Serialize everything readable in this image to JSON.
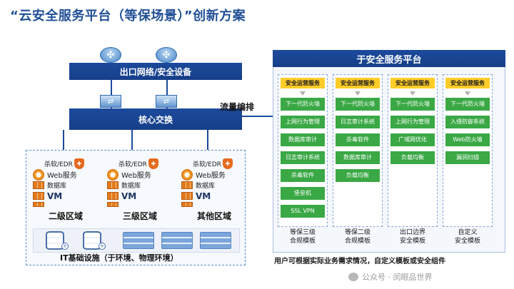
{
  "title": "“云安全服务平台（等保场景）”创新方案",
  "exit_network": {
    "label": "出口网络/安全设备"
  },
  "core_switch": {
    "label": "核心交换"
  },
  "flow_label": "流量编排",
  "zones": [
    {
      "name": "二级区域",
      "edr": "杀软/EDR",
      "web": "Web服务",
      "db": "数据库",
      "vm": "VM"
    },
    {
      "name": "三级区域",
      "edr": "杀软/EDR",
      "web": "Web服务",
      "db": "数据库",
      "vm": "VM"
    },
    {
      "name": "其他区域",
      "edr": "杀软/EDR",
      "web": "Web服务",
      "db": "数据库",
      "vm": "VM"
    }
  ],
  "infra_label": "IT基础设施（于环境、物理环境）",
  "platform": {
    "title": "于安全服务平台",
    "columns": [
      {
        "ops": "安全运营服务",
        "items": [
          "下一代防火墙",
          "上网行为管理",
          "数据库审计",
          "日志审计系统",
          "杀毒软件",
          "堡垒机",
          "SSL VPN"
        ],
        "name_line1": "等保三级",
        "name_line2": "合规模板"
      },
      {
        "ops": "安全运营服务",
        "items": [
          "下一代防火墙",
          "日志审计系统",
          "杀毒软件",
          "数据库审计",
          "负载均衡"
        ],
        "name_line1": "等保二级",
        "name_line2": "合规模板"
      },
      {
        "ops": "安全运营服务",
        "items": [
          "下一代防火墙",
          "上网行为管理",
          "广域网优化",
          "负载均衡"
        ],
        "name_line1": "出口边界",
        "name_line2": "安全模板"
      },
      {
        "ops": "安全运营服务",
        "items": [
          "下一代防火墙",
          "入侵防御系统",
          "Web防火墙",
          "漏洞扫描"
        ],
        "name_line1": "自定义",
        "name_line2": "安全模板"
      }
    ]
  },
  "note": "用户可根据实际业务需求情况，自定义模板或安全组件",
  "watermark": "公众号 · 闵眼品世界",
  "colors": {
    "primary_blue": "#1c4a9c",
    "ops_yellow": "#ffcc29",
    "item_green": "#3aa845",
    "accent_orange": "#e27a1c"
  },
  "icons": [
    "router-icon",
    "switch-icon",
    "shield-icon",
    "gear-icon",
    "brick-icon",
    "database-icon",
    "server-icon",
    "wechat-icon"
  ]
}
